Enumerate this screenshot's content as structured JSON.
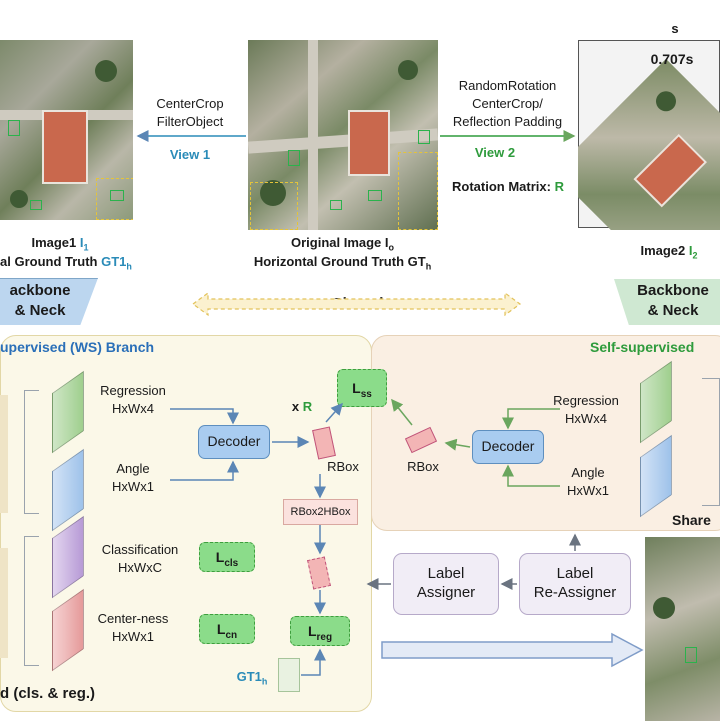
{
  "top": {
    "s_label": "s",
    "scale_value": "0.707s",
    "view1_ops_line1": "CenterCrop",
    "view1_ops_line2": "FilterObject",
    "view1_label": "View 1",
    "view2_ops_line1": "RandomRotation",
    "view2_ops_line2": "CenterCrop/",
    "view2_ops_line3": "Reflection Padding",
    "view2_label": "View 2",
    "rotation_label": "Rotation Matrix: ",
    "rotation_symbol": "R"
  },
  "captions": {
    "image1_text": "Image1 ",
    "image1_sym": "I",
    "image1_sub": "1",
    "image1_gt_text": "al Ground Truth ",
    "image1_gt_sym": "GT1",
    "image1_gt_sub": "h",
    "original_text": "Original Image I",
    "original_sub": "o",
    "original_gt_text": "Horizontal Ground Truth GT",
    "original_gt_sub": "h",
    "image2_text": "Image2 ",
    "image2_sym": "I",
    "image2_sub": "2"
  },
  "backbone": {
    "left_line1": "ackbone",
    "left_line2": "& Neck",
    "right_line1": "Backbone",
    "right_line2": "& Neck",
    "shared_label": "Shared"
  },
  "ws_branch": {
    "title": "upervised (WS) Branch",
    "regression_line1": "Regression",
    "regression_line2": "HxWx4",
    "angle_line1": "Angle",
    "angle_line2": "HxWx1",
    "classification_line1": "Classification",
    "classification_line2": "HxWxC",
    "centerness_line1": "Center-ness",
    "centerness_line2": "HxWx1",
    "decoder": "Decoder",
    "x_label": "x ",
    "x_sym": "R",
    "rbox_label": "RBox",
    "rbox2hbox": "RBox2HBox",
    "loss_ss": "L",
    "loss_ss_sub": "ss",
    "loss_cls": "L",
    "loss_cls_sub": "cls",
    "loss_cn": "L",
    "loss_cn_sub": "cn",
    "loss_reg": "L",
    "loss_reg_sub": "reg",
    "gt1h": "GT1",
    "gt1h_sub": "h",
    "footer": "d (cls. & reg.)"
  },
  "ss_branch": {
    "title": "Self-supervised",
    "regression_line1": "Regression",
    "regression_line2": "HxWx4",
    "angle_line1": "Angle",
    "angle_line2": "HxWx1",
    "decoder": "Decoder",
    "rbox_label": "RBox",
    "shared_partial": "Share"
  },
  "assigners": {
    "label_assigner_line1": "Label",
    "label_assigner_line2": "Assigner",
    "label_reassigner_line1": "Label",
    "label_reassigner_line2": "Re-Assigner"
  },
  "colors": {
    "view1": "#2a8bb8",
    "view2": "#2e9b3c",
    "ws_panel": "#fbf8e8",
    "ss_panel": "#faefe3",
    "decoder": "#a9ccf0",
    "loss": "#8bdc8a"
  }
}
